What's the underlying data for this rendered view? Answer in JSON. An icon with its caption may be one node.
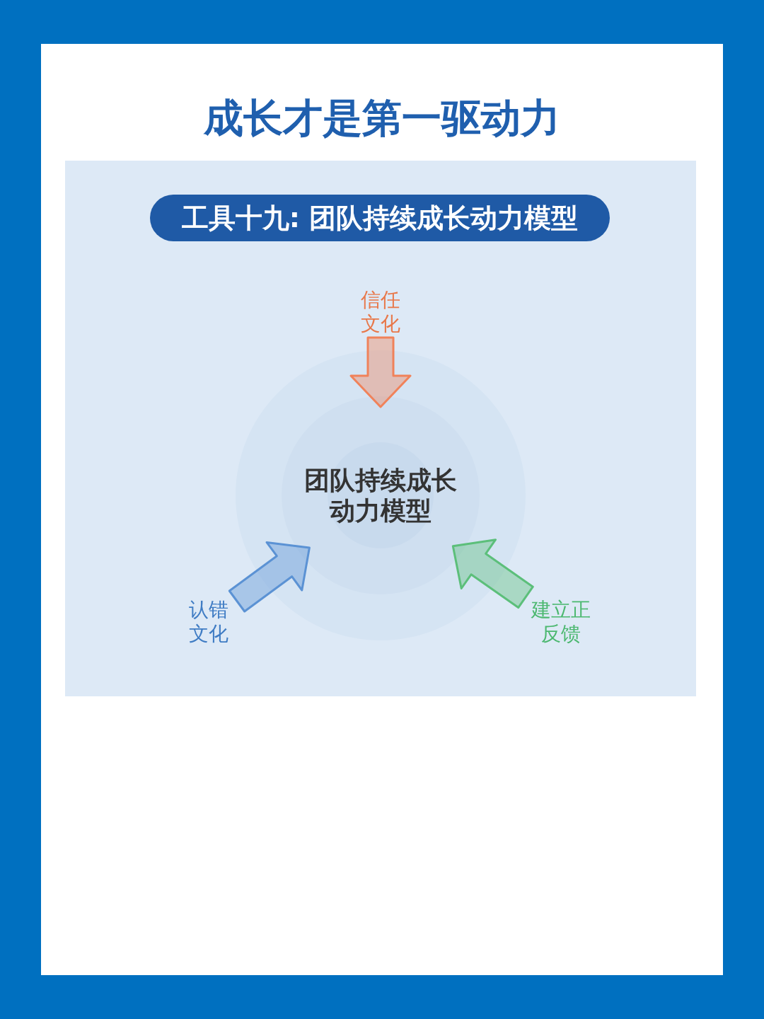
{
  "diagram": {
    "title": "成长才是第一驱动力",
    "nodes": [
      {
        "text": [
          "工具十九: 团队持续成长动力模型"
        ]
      },
      {
        "text": [
          "信任文化"
        ]
      },
      {
        "text": [
          "团队持续成长动力模型"
        ]
      },
      {
        "text": [
          "认错文化"
        ]
      },
      {
        "text": [
          "建立正反馈"
        ]
      }
    ],
    "edges": [
      {
        "from": 1,
        "to": 2,
        "arrow": "to",
        "color": "#f0825a"
      },
      {
        "from": 3,
        "to": 2,
        "arrow": "to",
        "color": "#5b92d4"
      },
      {
        "from": 4,
        "to": 2,
        "arrow": "to",
        "color": "#5cbf7a"
      }
    ]
  }
}
